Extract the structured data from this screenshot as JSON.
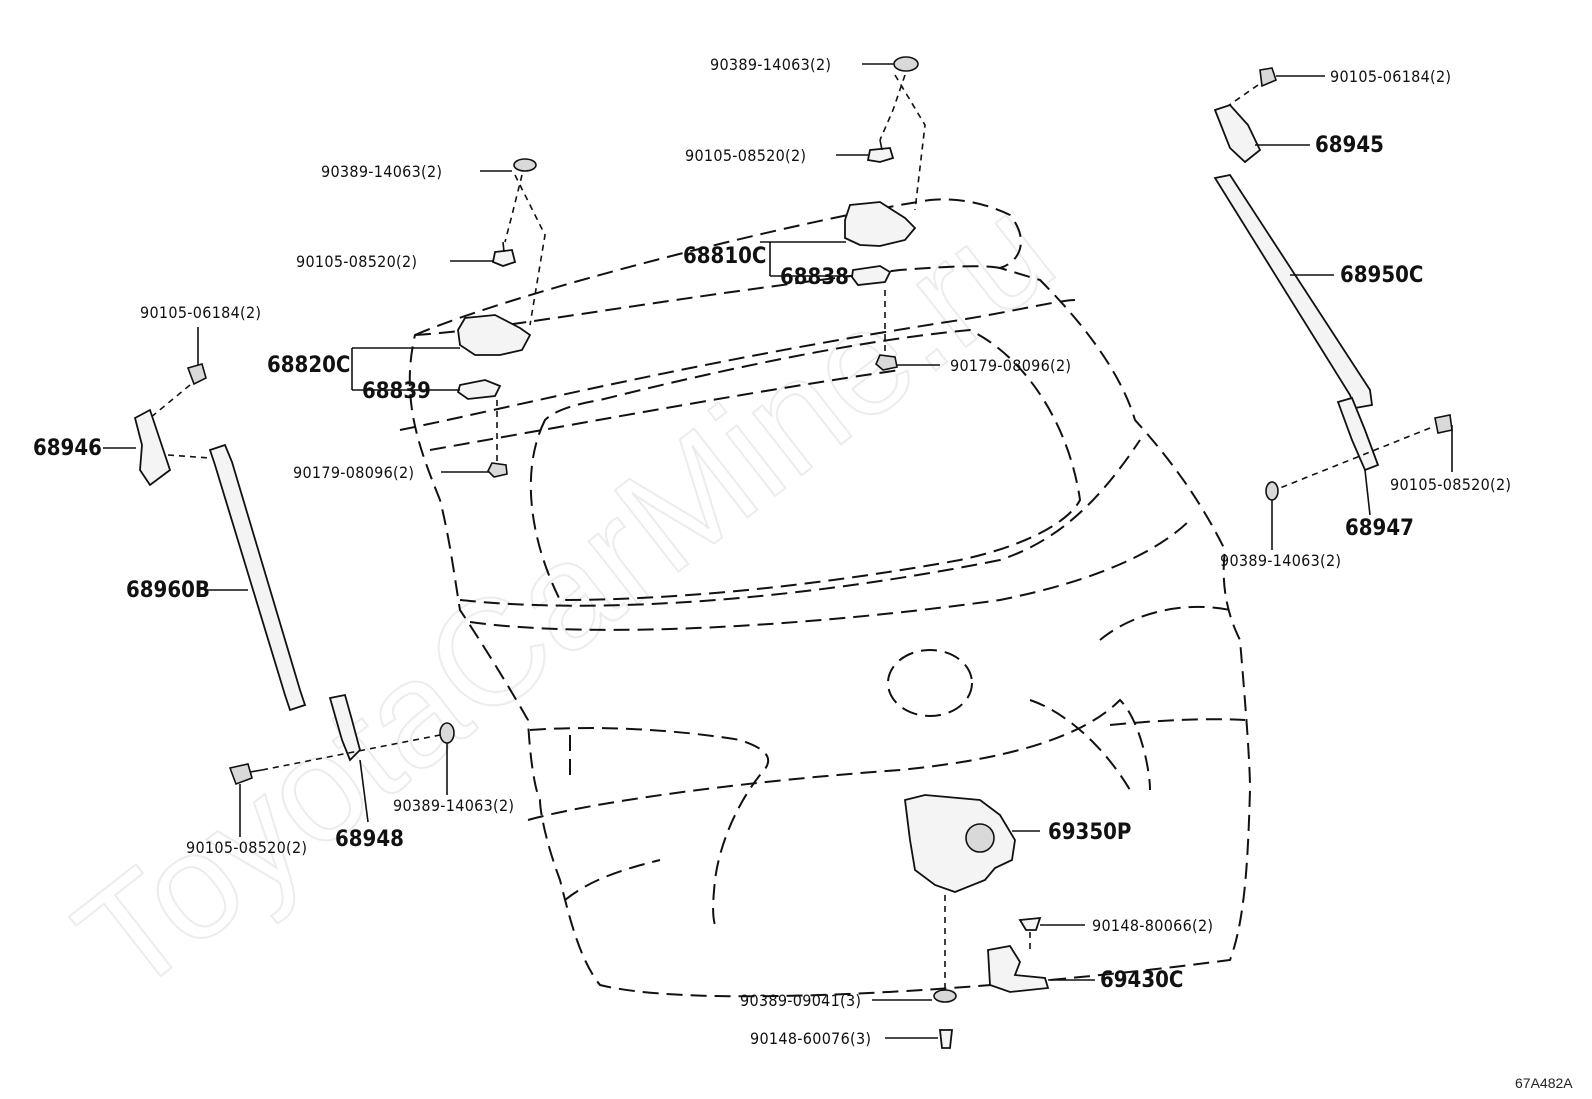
{
  "watermark": "ToyotaCarMine.ru",
  "figure_code": "67A482A",
  "callouts": {
    "p_90389_top": "90389-14063(2)",
    "p_90105_top": "90105-08520(2)",
    "p_90389_left": "90389-14063(2)",
    "p_90105_left": "90105-08520(2)",
    "p_68810C": "68810C",
    "p_68838": "68838",
    "p_68820C": "68820C",
    "p_68839": "68839",
    "p_90179_right": "90179-08096(2)",
    "p_90179_left": "90179-08096(2)",
    "p_90105_06184_left": "90105-06184(2)",
    "p_68946": "68946",
    "p_68960B": "68960B",
    "p_90105_06184_right": "90105-06184(2)",
    "p_68945": "68945",
    "p_68950C": "68950C",
    "p_90105_08520_right": "90105-08520(2)",
    "p_68947": "68947",
    "p_90389_right": "90389-14063(2)",
    "p_90389_bottomleft": "90389-14063(2)",
    "p_68948": "68948",
    "p_90105_08520_bottomleft": "90105-08520(2)",
    "p_69350P": "69350P",
    "p_90148_80066": "90148-80066(2)",
    "p_69430C": "69430C",
    "p_90389_09041": "90389-09041(3)",
    "p_90148_60076": "90148-60076(3)"
  }
}
